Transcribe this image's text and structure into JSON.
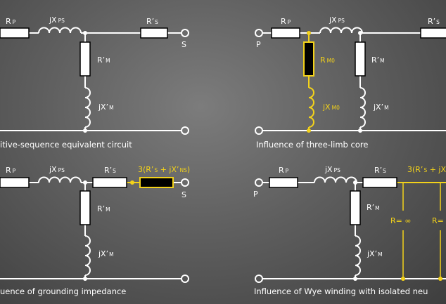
{
  "panels": {
    "positive": {
      "caption": "itive-sequence equivalent circuit",
      "rp": "R",
      "rp_sub": "P",
      "jx": "jX",
      "jx_sub": "PS",
      "rs": "R’",
      "rs_sub": "S",
      "rm": "R’",
      "rm_sub": "M",
      "jxm": "jX’",
      "jxm_sub": "M",
      "port_s": "S"
    },
    "three_limb": {
      "caption": "Influence of three-limb core",
      "port_p": "P",
      "rp": "R",
      "rp_sub": "P",
      "jx": "jX",
      "jx_sub": "PS",
      "rs": "R’",
      "rs_sub": "S",
      "rm0": "R",
      "rm0_sub": "M0",
      "jxm0": "jX",
      "jxm0_sub": "M0",
      "rm": "R’",
      "rm_sub": "M",
      "jxm": "jX’",
      "jxm_sub": "M"
    },
    "grounding": {
      "caption": "uence of grounding impedance",
      "rp": "R",
      "rp_sub": "P",
      "jx": "jX",
      "jx_sub": "PS",
      "rs": "R’",
      "rs_sub": "S",
      "zn_a": "3(R’",
      "zn_a_sub": "S",
      "zn_b": " + jX’",
      "zn_b_sub": "NS",
      "zn_c": ")",
      "rm": "R’",
      "rm_sub": "M",
      "jxm": "jX’",
      "jxm_sub": "M",
      "port_s": "S"
    },
    "wye": {
      "caption": "Influence of Wye winding with isolated neu",
      "port_p": "P",
      "rp": "R",
      "rp_sub": "P",
      "jx": "jX",
      "jx_sub": "PS",
      "rs": "R’",
      "rs_sub": "S",
      "zn_a": "3(R’",
      "zn_a_sub": "S",
      "zn_b": " + jX’",
      "rm": "R’",
      "rm_sub": "M",
      "jxm": "jX’",
      "jxm_sub": "M",
      "r_inf": "R= ∞",
      "r_inf2": "R="
    }
  },
  "colors": {
    "wire": "#ffffff",
    "highlight": "#f3d21a",
    "element_fill": "#ffffff",
    "element_fill_dark": "#000000"
  }
}
